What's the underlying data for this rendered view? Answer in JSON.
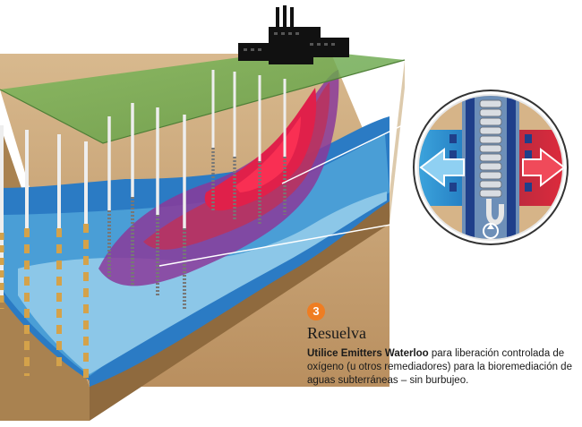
{
  "step": {
    "number": "3",
    "title": "Resuelva",
    "body_bold": "Utilice Emitters Waterloo",
    "body_rest": " para liberación controlada de oxígeno (u otros remediadores) para la bioremediación de aguas subterráneas – sin burbujeo."
  },
  "colors": {
    "ground_surface": "#6aa84f",
    "soil": "#c9a77c",
    "groundwater": "#2b7bc4",
    "plume_core": "#e0204a",
    "plume_halo": "#8a3a9a",
    "accent_badge": "#ef7d22"
  },
  "icons": [
    "factory-icon",
    "emitter-well-icon",
    "magnifier-inset-icon",
    "arrow-left-icon",
    "arrow-right-icon"
  ]
}
